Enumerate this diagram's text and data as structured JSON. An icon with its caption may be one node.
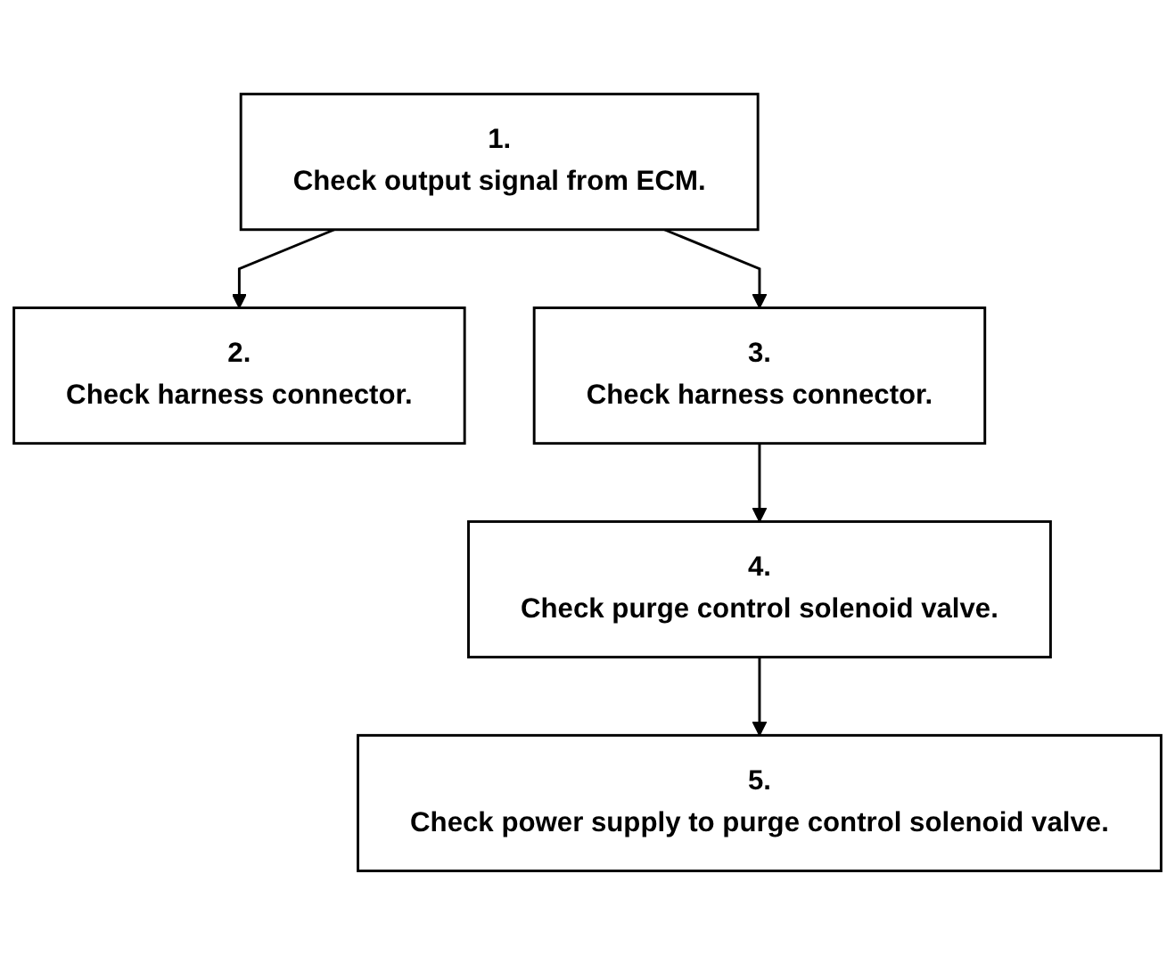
{
  "diagram": {
    "nodes": [
      {
        "text": [
          "1.",
          "Check output signal from ECM."
        ]
      },
      {
        "text": [
          "2.",
          "Check harness connector."
        ]
      },
      {
        "text": [
          "3.",
          "Check harness connector."
        ]
      },
      {
        "text": [
          "4.",
          "Check purge control solenoid valve."
        ]
      },
      {
        "text": [
          "5.",
          "Check power supply to purge control solenoid valve."
        ]
      }
    ],
    "edges": [
      {
        "from": 0,
        "to": 1,
        "arrow": "to"
      },
      {
        "from": 0,
        "to": 2,
        "arrow": "to"
      },
      {
        "from": 2,
        "to": 3,
        "arrow": "to"
      },
      {
        "from": 3,
        "to": 4,
        "arrow": "to"
      }
    ]
  }
}
